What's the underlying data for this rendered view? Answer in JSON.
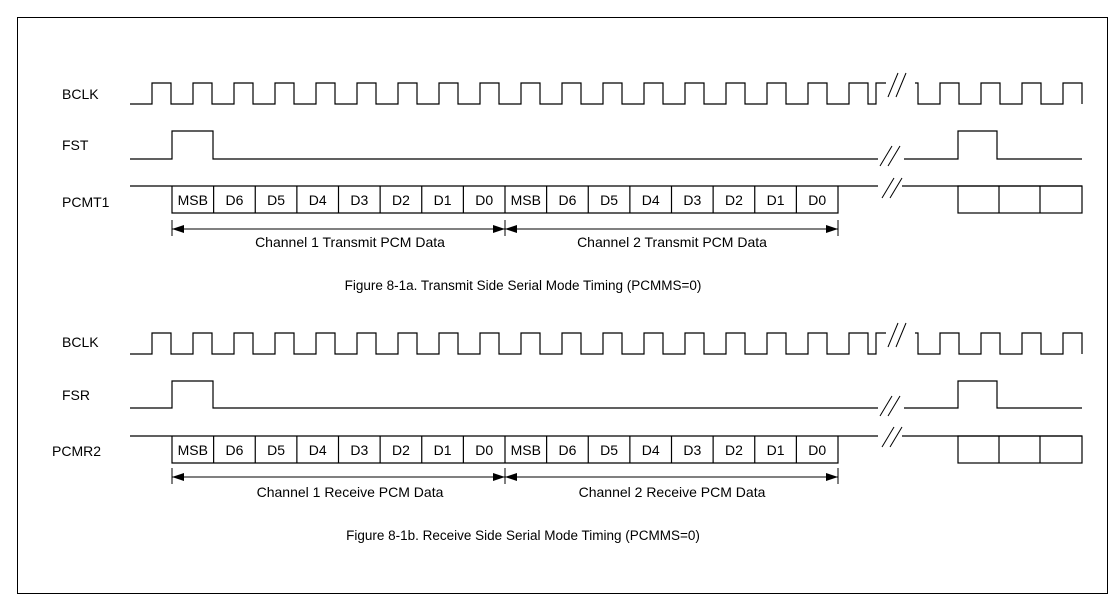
{
  "panels": [
    {
      "signals": {
        "clock": "BCLK",
        "frame": "FST",
        "data": "PCMT1"
      },
      "bits": [
        "MSB",
        "D6",
        "D5",
        "D4",
        "D3",
        "D2",
        "D1",
        "D0",
        "MSB",
        "D6",
        "D5",
        "D4",
        "D3",
        "D2",
        "D1",
        "D0"
      ],
      "span1": "Channel 1 Transmit PCM Data",
      "span2": "Channel 2 Transmit PCM Data",
      "caption": "Figure 8-1a. Transmit Side Serial Mode Timing (PCMMS=0)"
    },
    {
      "signals": {
        "clock": "BCLK",
        "frame": "FSR",
        "data": "PCMR2"
      },
      "bits": [
        "MSB",
        "D6",
        "D5",
        "D4",
        "D3",
        "D2",
        "D1",
        "D0",
        "MSB",
        "D6",
        "D5",
        "D4",
        "D3",
        "D2",
        "D1",
        "D0"
      ],
      "span1": "Channel 1 Receive PCM Data",
      "span2": "Channel 2 Receive PCM Data",
      "caption": "Figure 8-1b. Receive Side Serial Mode Timing (PCMMS=0)"
    }
  ]
}
